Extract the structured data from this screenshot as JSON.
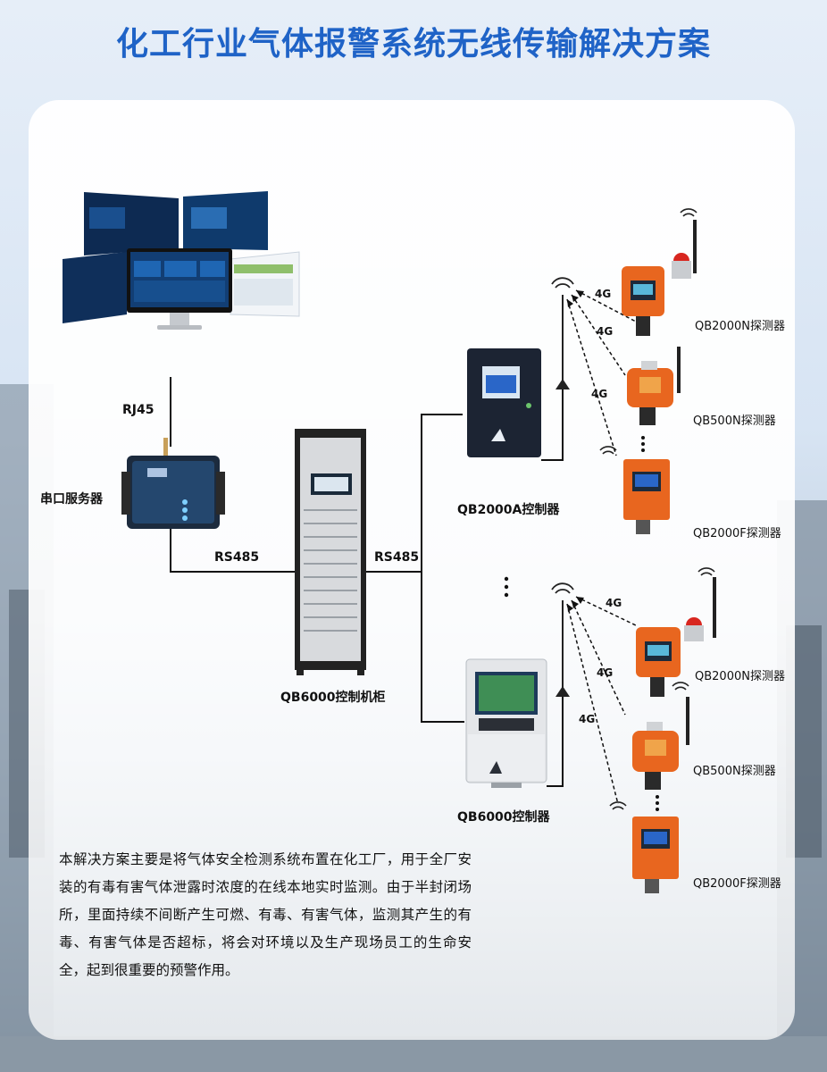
{
  "title": "化工行业气体报警系统无线传输解决方案",
  "labels": {
    "rj45": "RJ45",
    "serial_server": "串口服务器",
    "rs485_left": "RS485",
    "rs485_right": "RS485",
    "cabinet": "QB6000控制机柜",
    "controller_a": "QB2000A控制器",
    "controller_b": "QB6000控制器",
    "det_top_1": "QB2000N探测器",
    "det_top_2": "QB500N探测器",
    "det_top_3": "QB2000F探测器",
    "det_bot_1": "QB2000N探测器",
    "det_bot_2": "QB500N探测器",
    "det_bot_3": "QB2000F探测器",
    "link_4g": "4G"
  },
  "description": "本解决方案主要是将气体安全检测系统布置在化工厂，用于全厂安装的有毒有害气体泄露时浓度的在线本地实时监测。由于半封闭场所，里面持续不间断产生可燃、有毒、有害气体，监测其产生的有毒、有害气体是否超标，将会对环境以及生产现场员工的生命安全，起到很重要的预警作用。",
  "colors": {
    "title": "#1f63c7",
    "detector_orange": "#e8661f",
    "controller_dark": "#1c2433",
    "screen_blue": "#2a66c8"
  }
}
